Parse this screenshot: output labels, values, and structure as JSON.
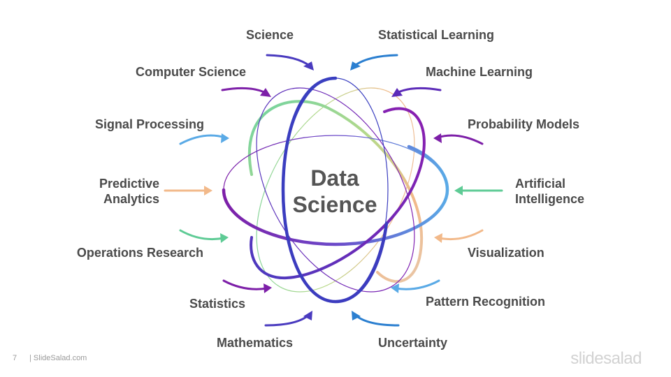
{
  "center": {
    "line1": "Data",
    "line2": "Science"
  },
  "labels": {
    "science": "Science",
    "statistical_learning": "Statistical Learning",
    "computer_science": "Computer Science",
    "machine_learning": "Machine Learning",
    "signal_processing": "Signal Processing",
    "probability_models": "Probability Models",
    "predictive_analytics_1": "Predictive",
    "predictive_analytics_2": "Analytics",
    "artificial_intelligence_1": "Artificial",
    "artificial_intelligence_2": "Intelligence",
    "operations_research": "Operations Research",
    "visualization": "Visualization",
    "statistics": "Statistics",
    "pattern_recognition": "Pattern Recognition",
    "mathematics": "Mathematics",
    "uncertainty": "Uncertainty"
  },
  "footer": {
    "page": "7",
    "source": "| SlideSalad.com",
    "brand": "slidesalad"
  },
  "colors": {
    "text": "#4a4a4a",
    "indigo": "#4a3bbf",
    "blue": "#2b7fd0",
    "purple": "#7d1fa8",
    "green": "#5ecb95",
    "sky": "#5aaae6",
    "peach": "#f2b98a"
  }
}
